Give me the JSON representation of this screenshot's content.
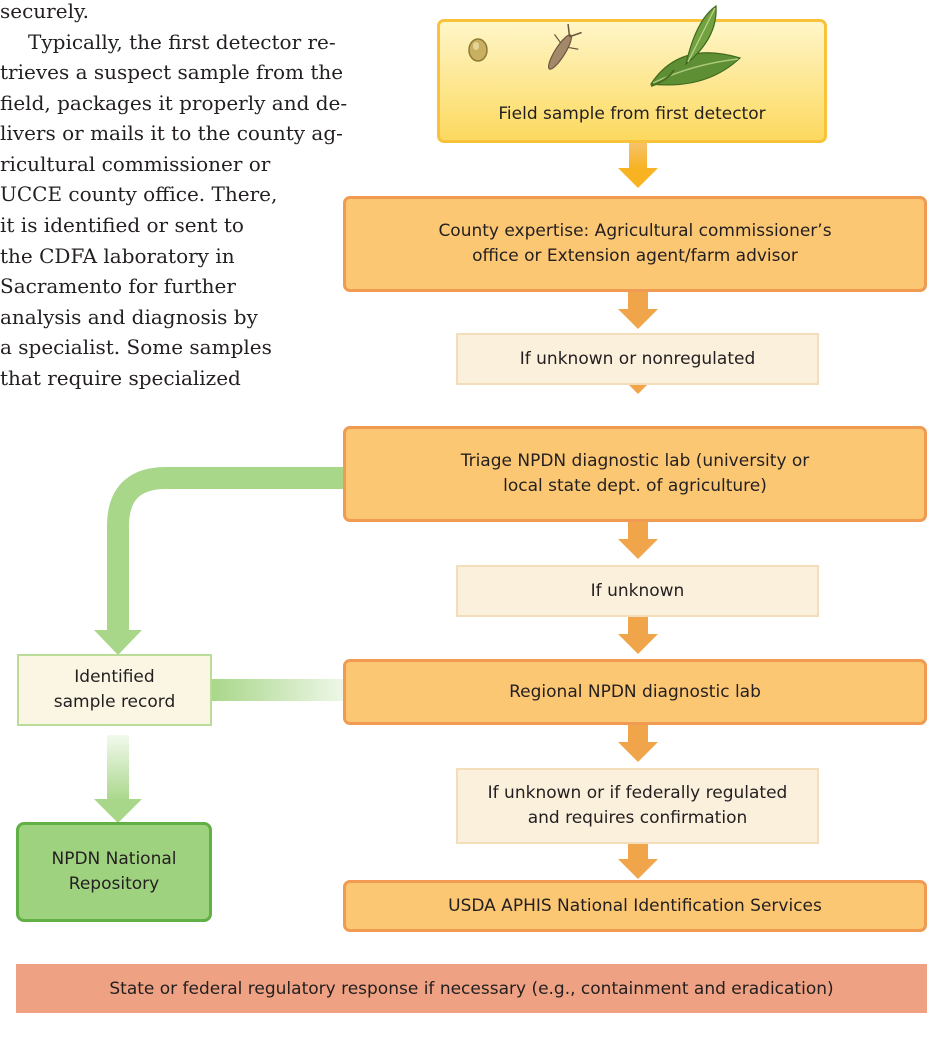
{
  "body_text": {
    "lines": [
      "securely.",
      "Typically, the first detector re-",
      "trieves a suspect sample from the",
      "field, packages it properly and de-",
      "livers or mails it to the county ag-",
      "ricultural commissioner or",
      "UCCE county office. There,",
      "it is identified or sent to",
      "the CDFA laboratory in",
      "Sacramento for further",
      "analysis and diagnosis by",
      "a specialist. Some samples",
      "that require specialized"
    ]
  },
  "flowchart": {
    "field_sample": "Field sample from first detector",
    "county_expertise": [
      "County expertise: Agricultural commissioner’s",
      "office or Extension agent/farm advisor"
    ],
    "note_unknown_nonregulated": "If unknown or nonregulated",
    "triage_lab": [
      "Triage NPDN diagnostic lab (university or",
      "local state dept. of agriculture)"
    ],
    "note_unknown": "If unknown",
    "regional_lab": "Regional NPDN diagnostic lab",
    "note_federal": [
      "If unknown or if federally regulated",
      "and requires confirmation"
    ],
    "usda": "USDA APHIS National Identification Services",
    "identified_record": [
      "Identified",
      "sample record"
    ],
    "national_repository": [
      "NPDN National",
      "Repository"
    ],
    "regulatory_response": "State or federal regulatory response if necessary (e.g., containment and eradication)"
  },
  "colors": {
    "yellow_box": "#fcd95f",
    "orange_box": "#fcc773",
    "orange_arrow": "#f1a54a",
    "green_arrow": "#a9d78a",
    "green_box": "#9fd27f",
    "banner": "#eea283"
  }
}
